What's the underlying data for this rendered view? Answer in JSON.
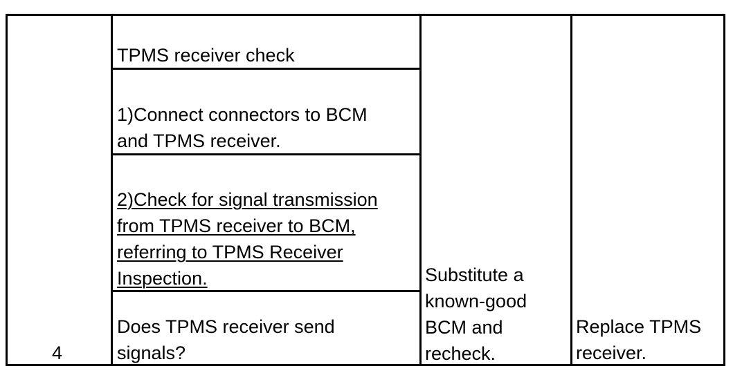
{
  "table": {
    "step_number": "4",
    "procedure": {
      "title": "TPMS receiver check",
      "step1": "1)Connect connectors to BCM\nand TPMS receiver.",
      "step2": "2)Check for signal transmission\nfrom TPMS receiver to BCM,\nreferring to TPMS Receiver\nInspection.",
      "question": "Does TPMS receiver send\nsignals?"
    },
    "yes_action": "Substitute a\nknown-good\nBCM and\nrecheck.",
    "no_action": "Replace TPMS\nreceiver."
  }
}
